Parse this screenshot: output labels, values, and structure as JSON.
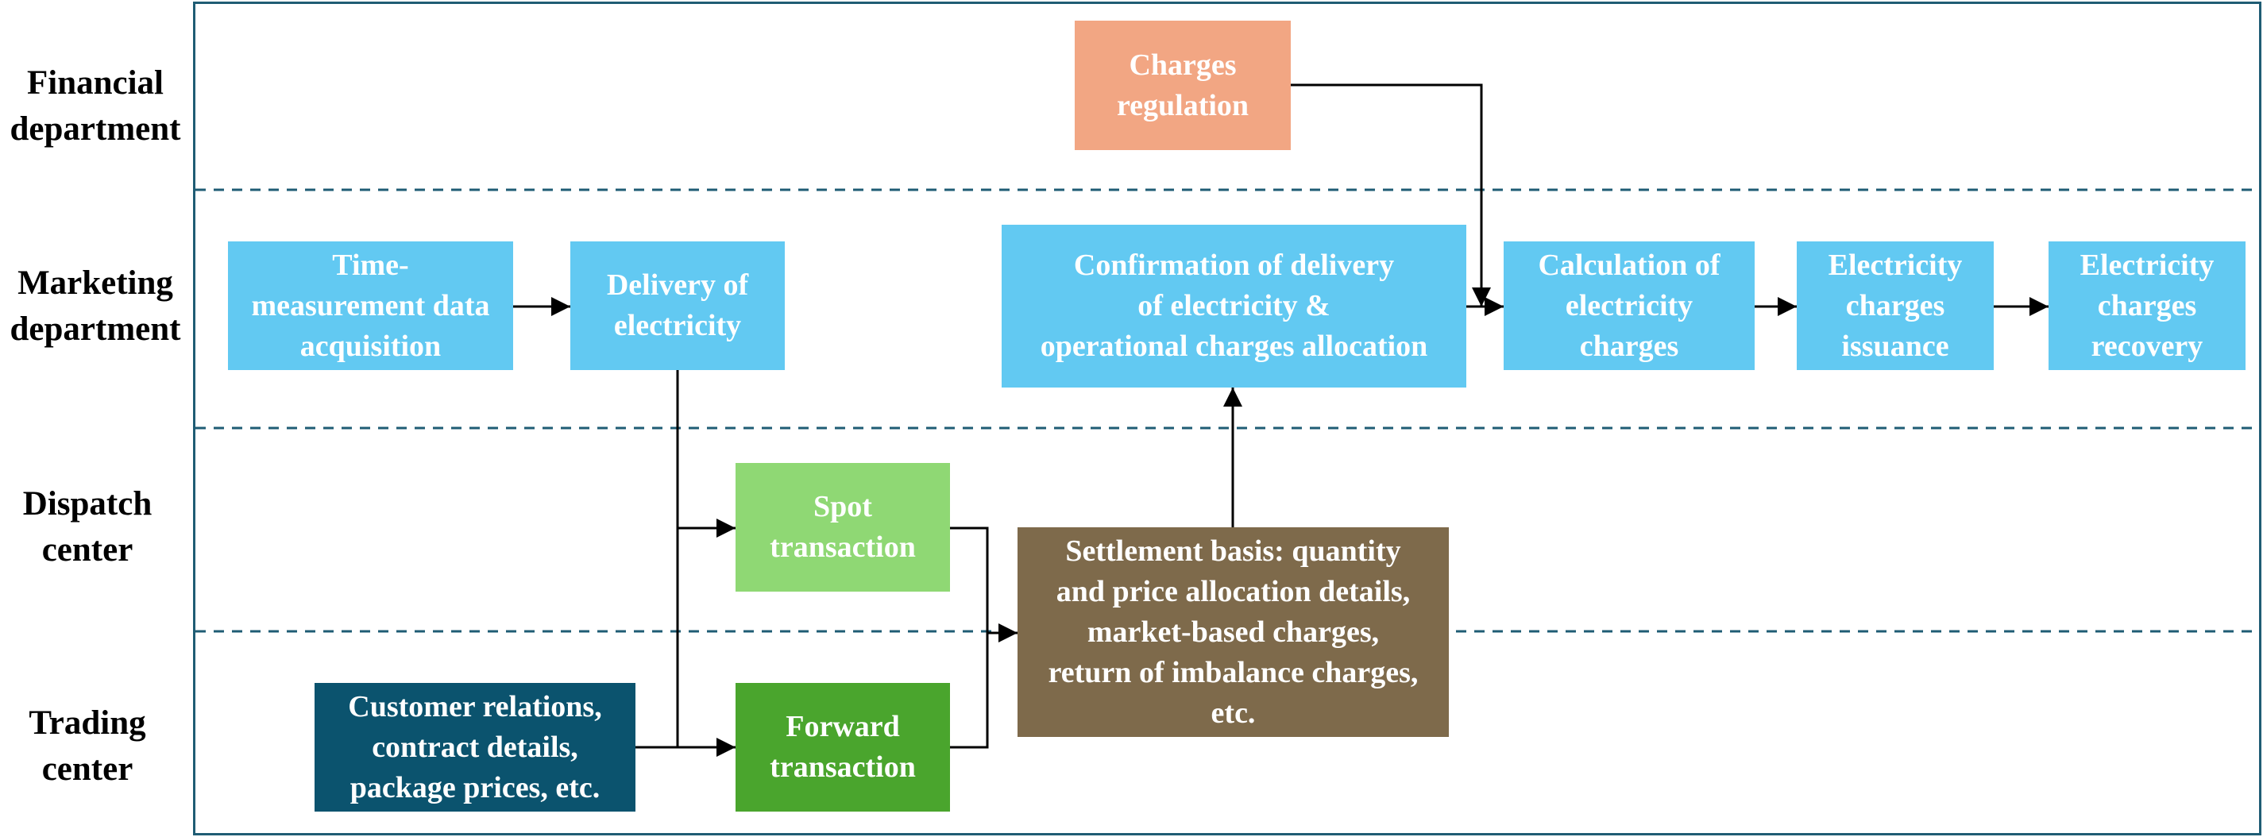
{
  "lanes": [
    {
      "label": "Financial\ndepartment"
    },
    {
      "label": "Marketing\ndepartment"
    },
    {
      "label": "Dispatch\ncenter"
    },
    {
      "label": "Trading\ncenter"
    }
  ],
  "nodes": {
    "charges_regulation": {
      "label": "Charges\nregulation",
      "color": "#f2a683"
    },
    "time_measurement": {
      "label": "Time-\nmeasurement data\nacquisition",
      "color": "#62c9f2"
    },
    "delivery_of_electricity": {
      "label": "Delivery of\nelectricity",
      "color": "#62c9f2"
    },
    "confirmation_of_delivery": {
      "label": "Confirmation of delivery\nof electricity &\noperational charges allocation",
      "color": "#62c9f2"
    },
    "calculation_of_charges": {
      "label": "Calculation of\nelectricity\ncharges",
      "color": "#62c9f2"
    },
    "charges_issuance": {
      "label": "Electricity\ncharges\nissuance",
      "color": "#62c9f2"
    },
    "charges_recovery": {
      "label": "Electricity\ncharges\nrecovery",
      "color": "#62c9f2"
    },
    "spot_transaction": {
      "label": "Spot\ntransaction",
      "color": "#8fd874"
    },
    "settlement_basis": {
      "label": "Settlement basis: quantity\nand price allocation details,\nmarket-based charges,\nreturn of imbalance charges,\netc.",
      "color": "#7e6a4b"
    },
    "customer_relations": {
      "label": "Customer relations,\ncontract details,\npackage prices, etc.",
      "color": "#0b536e"
    },
    "forward_transaction": {
      "label": "Forward\ntransaction",
      "color": "#4aa52d"
    }
  },
  "edges": [
    {
      "from": "time_measurement",
      "to": "delivery_of_electricity"
    },
    {
      "from": "delivery_of_electricity",
      "to": "spot_transaction"
    },
    {
      "from": "delivery_of_electricity",
      "to": "forward_transaction"
    },
    {
      "from": "customer_relations",
      "to": "forward_transaction"
    },
    {
      "from": "spot_transaction",
      "to": "settlement_basis"
    },
    {
      "from": "forward_transaction",
      "to": "settlement_basis"
    },
    {
      "from": "settlement_basis",
      "to": "confirmation_of_delivery"
    },
    {
      "from": "confirmation_of_delivery",
      "to": "calculation_of_charges"
    },
    {
      "from": "charges_regulation",
      "to": "calculation_of_charges"
    },
    {
      "from": "calculation_of_charges",
      "to": "charges_issuance"
    },
    {
      "from": "charges_issuance",
      "to": "charges_recovery"
    }
  ],
  "styles": {
    "frame_color": "#1f5c74",
    "divider_color": "#1f5c74",
    "arrow_color": "#000000"
  }
}
